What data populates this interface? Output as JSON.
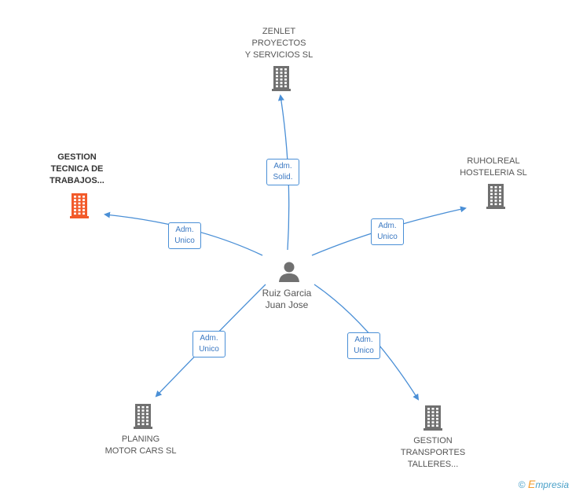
{
  "center": {
    "name_line1": "Ruiz Garcia",
    "name_line2": "Juan Jose",
    "icon": "person-icon"
  },
  "nodes": [
    {
      "id": "zenlet",
      "label": "ZENLET\nPROYECTOS\nY SERVICIOS  SL",
      "highlight": false,
      "icon": "building-icon",
      "color": "#707070"
    },
    {
      "id": "gestion-tecnica",
      "label": "GESTION\nTECNICA DE\nTRABAJOS...",
      "highlight": true,
      "icon": "building-icon",
      "color": "#f25a2a"
    },
    {
      "id": "ruholreal",
      "label": "RUHOLREAL\nHOSTELERIA SL",
      "highlight": false,
      "icon": "building-icon",
      "color": "#707070"
    },
    {
      "id": "planing",
      "label": "PLANING\nMOTOR CARS SL",
      "highlight": false,
      "icon": "building-icon",
      "color": "#707070"
    },
    {
      "id": "gestion-transportes",
      "label": "GESTION\nTRANSPORTES\nTALLERES...",
      "highlight": false,
      "icon": "building-icon",
      "color": "#707070"
    }
  ],
  "edges": [
    {
      "to": "zenlet",
      "line1": "Adm.",
      "line2": "Solid."
    },
    {
      "to": "gestion-tecnica",
      "line1": "Adm.",
      "line2": "Unico"
    },
    {
      "to": "ruholreal",
      "line1": "Adm.",
      "line2": "Unico"
    },
    {
      "to": "planing",
      "line1": "Adm.",
      "line2": "Unico"
    },
    {
      "to": "gestion-transportes",
      "line1": "Adm.",
      "line2": "Unico"
    }
  ],
  "colors": {
    "edge": "#4a8fd6",
    "building": "#707070",
    "highlight": "#f25a2a",
    "person": "#707070"
  },
  "footer": {
    "copyright": "©",
    "brand_e": "E",
    "brand_rest": "mpresia"
  }
}
